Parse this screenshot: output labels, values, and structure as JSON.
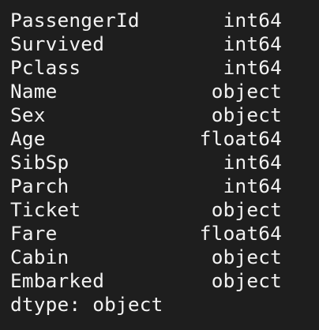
{
  "output": {
    "rows": [
      {
        "name": "PassengerId",
        "dtype": "int64"
      },
      {
        "name": "Survived",
        "dtype": "int64"
      },
      {
        "name": "Pclass",
        "dtype": "int64"
      },
      {
        "name": "Name",
        "dtype": "object"
      },
      {
        "name": "Sex",
        "dtype": "object"
      },
      {
        "name": "Age",
        "dtype": "float64"
      },
      {
        "name": "SibSp",
        "dtype": "int64"
      },
      {
        "name": "Parch",
        "dtype": "int64"
      },
      {
        "name": "Ticket",
        "dtype": "object"
      },
      {
        "name": "Fare",
        "dtype": "float64"
      },
      {
        "name": "Cabin",
        "dtype": "object"
      },
      {
        "name": "Embarked",
        "dtype": "object"
      }
    ],
    "footer": "dtype: object"
  },
  "colors": {
    "background": "#1e1e1e",
    "text": "#f2f2f2"
  }
}
